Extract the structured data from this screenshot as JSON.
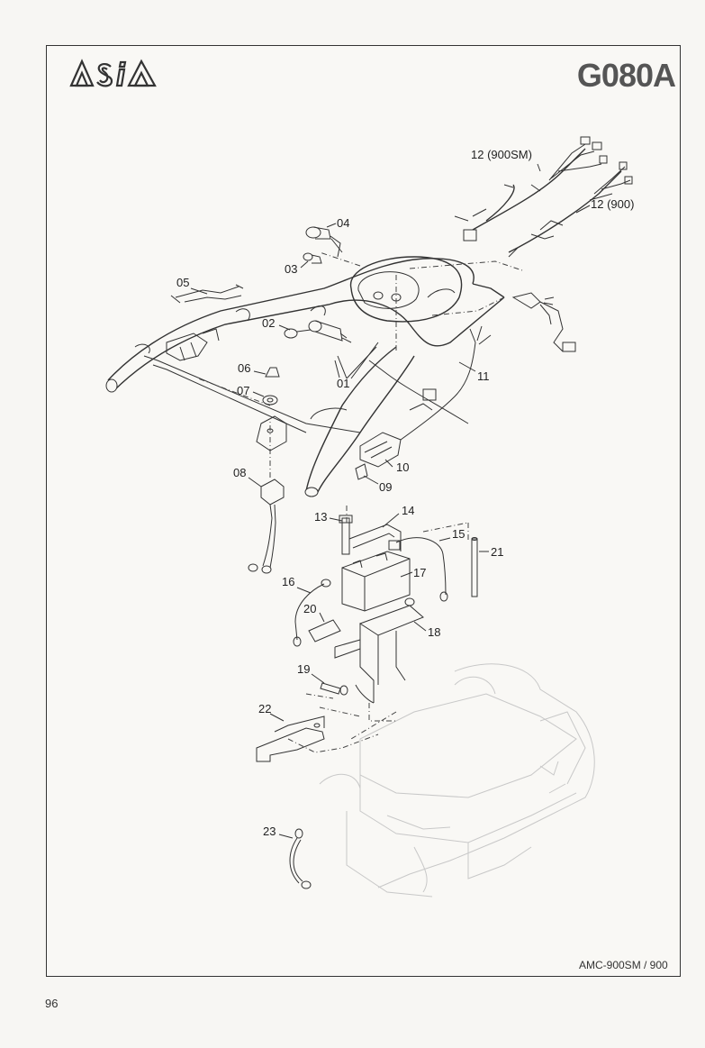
{
  "header": {
    "brand": "ASIA",
    "diagram_code": "G080A"
  },
  "footer": {
    "model": "AMC-900SM / 900",
    "page_number": "96"
  },
  "callouts": [
    {
      "id": "c01",
      "text": "01"
    },
    {
      "id": "c02",
      "text": "02"
    },
    {
      "id": "c03",
      "text": "03"
    },
    {
      "id": "c04",
      "text": "04"
    },
    {
      "id": "c05",
      "text": "05"
    },
    {
      "id": "c06",
      "text": "06"
    },
    {
      "id": "c07",
      "text": "07"
    },
    {
      "id": "c08",
      "text": "08"
    },
    {
      "id": "c09",
      "text": "09"
    },
    {
      "id": "c10",
      "text": "10"
    },
    {
      "id": "c11",
      "text": "11"
    },
    {
      "id": "c12a",
      "text": "12 (900SM)"
    },
    {
      "id": "c12b",
      "text": "12 (900)"
    },
    {
      "id": "c13",
      "text": "13"
    },
    {
      "id": "c14",
      "text": "14"
    },
    {
      "id": "c15",
      "text": "15"
    },
    {
      "id": "c16",
      "text": "16"
    },
    {
      "id": "c17",
      "text": "17"
    },
    {
      "id": "c18",
      "text": "18"
    },
    {
      "id": "c19",
      "text": "19"
    },
    {
      "id": "c20",
      "text": "20"
    },
    {
      "id": "c21",
      "text": "21"
    },
    {
      "id": "c22",
      "text": "22"
    },
    {
      "id": "c23",
      "text": "23"
    }
  ]
}
